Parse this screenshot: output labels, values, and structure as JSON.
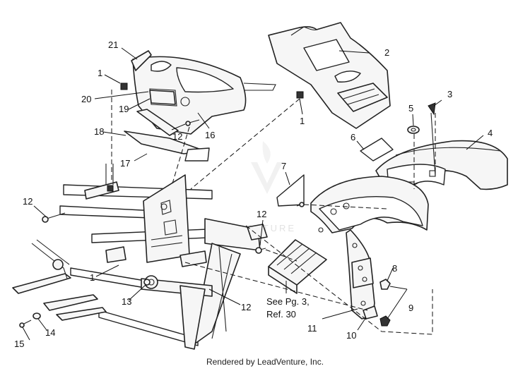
{
  "callouts": {
    "c1a": "1",
    "c1b": "1",
    "c1c": "1",
    "c2": "2",
    "c3": "3",
    "c4": "4",
    "c5": "5",
    "c6": "6",
    "c7": "7",
    "c8": "8",
    "c9": "9",
    "c10": "10",
    "c11": "11",
    "c12a": "12",
    "c12b": "12",
    "c12c": "12",
    "c12d": "12",
    "c13": "13",
    "c14": "14",
    "c15": "15",
    "c16": "16",
    "c17": "17",
    "c18": "18",
    "c19": "19",
    "c20": "20",
    "c21": "21"
  },
  "note": {
    "line1": "See Pg. 3,",
    "line2": "Ref.  30"
  },
  "watermark": "LEADVENTURE",
  "footer": "Rendered by LeadVenture, Inc."
}
